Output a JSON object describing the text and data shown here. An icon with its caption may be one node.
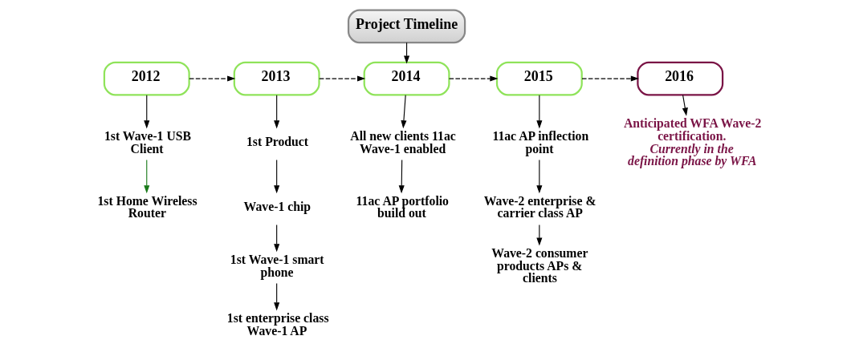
{
  "diagram": {
    "nodes": [
      {
        "text": [
          "Project Timeline"
        ]
      },
      {
        "text": [
          "2012"
        ]
      },
      {
        "text": [
          "2013"
        ]
      },
      {
        "text": [
          "2014"
        ]
      },
      {
        "text": [
          "2015"
        ]
      },
      {
        "text": [
          "2016"
        ]
      },
      {
        "text": [
          "1st Wave-1 USB Client"
        ]
      },
      {
        "text": [
          "1st Home Wireless Router"
        ]
      },
      {
        "text": [
          "1st Product"
        ]
      },
      {
        "text": [
          "Wave-1 chip"
        ]
      },
      {
        "text": [
          "1st Wave-1 smart phone"
        ]
      },
      {
        "text": [
          "1st enterprise class Wave-1 AP"
        ]
      },
      {
        "text": [
          "All new clients 11ac Wave-1 enabled"
        ]
      },
      {
        "text": [
          "11ac AP portfolio build out"
        ]
      },
      {
        "text": [
          "11ac AP inflection point"
        ]
      },
      {
        "text": [
          "Wave-2 enterprise & carrier class AP"
        ]
      },
      {
        "text": [
          "Wave-2 consumer products APs & clients"
        ]
      },
      {
        "text": [
          "Anticipated WFA Wave-2 certification.",
          "Currently in the definition phase by WFA"
        ]
      }
    ],
    "edges": [
      {
        "from": 0,
        "to": 3,
        "arrow": "to"
      },
      {
        "from": 1,
        "to": 2,
        "arrow": "to",
        "style": "dashed"
      },
      {
        "from": 2,
        "to": 3,
        "arrow": "to",
        "style": "dashed"
      },
      {
        "from": 3,
        "to": 4,
        "arrow": "to",
        "style": "dashed"
      },
      {
        "from": 4,
        "to": 5,
        "arrow": "to",
        "style": "dashed"
      },
      {
        "from": 1,
        "to": 6,
        "arrow": "to"
      },
      {
        "from": 6,
        "to": 7,
        "arrow": "to",
        "color": "#1a7a1a"
      },
      {
        "from": 2,
        "to": 8,
        "arrow": "to"
      },
      {
        "from": 8,
        "to": 9,
        "arrow": "to"
      },
      {
        "from": 9,
        "to": 10,
        "arrow": "to"
      },
      {
        "from": 10,
        "to": 11,
        "arrow": "to"
      },
      {
        "from": 3,
        "to": 12,
        "arrow": "to"
      },
      {
        "from": 12,
        "to": 13,
        "arrow": "to"
      },
      {
        "from": 4,
        "to": 14,
        "arrow": "to"
      },
      {
        "from": 14,
        "to": 15,
        "arrow": "to"
      },
      {
        "from": 15,
        "to": 16,
        "arrow": "to"
      },
      {
        "from": 5,
        "to": 17,
        "arrow": "to"
      }
    ]
  }
}
